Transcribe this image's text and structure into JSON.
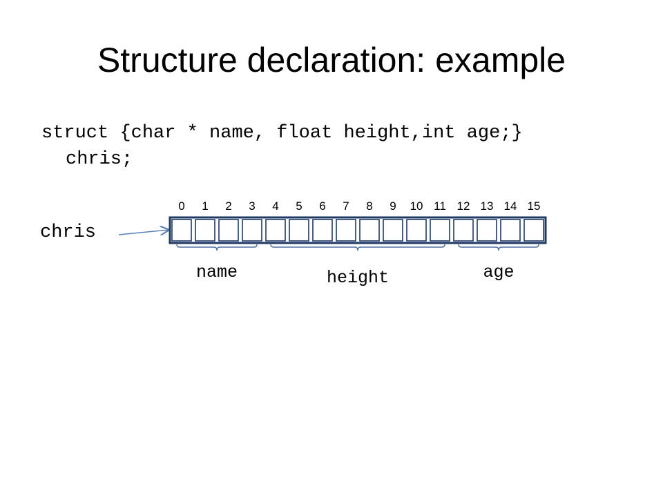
{
  "slide": {
    "title": "Structure declaration: example",
    "code_line1": "struct {char * name, float height,int age;}",
    "code_line2": "chris;",
    "variable_label": "chris"
  },
  "diagram": {
    "byte_indices": [
      "0",
      "1",
      "2",
      "3",
      "4",
      "5",
      "6",
      "7",
      "8",
      "9",
      "10",
      "11",
      "12",
      "13",
      "14",
      "15"
    ],
    "cell_count": 16,
    "fields": [
      {
        "label": "name",
        "start": 0,
        "end": 3
      },
      {
        "label": "height",
        "start": 4,
        "end": 11
      },
      {
        "label": "age",
        "start": 12,
        "end": 15
      }
    ],
    "colors": {
      "cell_stroke": "#1f3864",
      "bracket": "#4f6f9f",
      "arrow": "#5b7fb5"
    }
  }
}
